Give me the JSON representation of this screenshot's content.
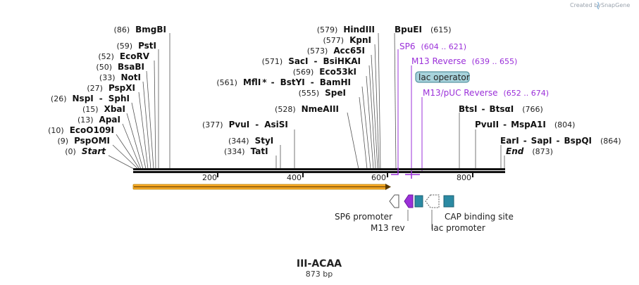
{
  "header": {
    "credit": "Created by",
    "brand": "SnapGene"
  },
  "map": {
    "name": "III-ACAA",
    "length_label": "873 bp",
    "ticks": [
      "200",
      "400",
      "600",
      "800"
    ]
  },
  "sites": [
    {
      "pos": "(86)",
      "name": "BmgBI"
    },
    {
      "pos": "(59)",
      "name": "PstI"
    },
    {
      "pos": "(52)",
      "name": "EcoRV"
    },
    {
      "pos": "(50)",
      "name": "BsaBI"
    },
    {
      "pos": "(33)",
      "name": "NotI"
    },
    {
      "pos": "(27)",
      "name": "PspXI"
    },
    {
      "pos": "(26)",
      "name": "NspI",
      "name2": "SphI"
    },
    {
      "pos": "(15)",
      "name": "XbaI"
    },
    {
      "pos": "(13)",
      "name": "ApaI"
    },
    {
      "pos": "(10)",
      "name": "EcoO109I"
    },
    {
      "pos": "(9)",
      "name": "PspOMI"
    },
    {
      "pos": "(0)",
      "name": "Start"
    },
    {
      "pos": "(377)",
      "name": "PvuI",
      "name2": "AsiSI"
    },
    {
      "pos": "(344)",
      "name": "StyI"
    },
    {
      "pos": "(334)",
      "name": "TatI"
    },
    {
      "pos": "(579)",
      "name": "HindIII"
    },
    {
      "pos": "(577)",
      "name": "KpnI"
    },
    {
      "pos": "(573)",
      "name": "Acc65I"
    },
    {
      "pos": "(571)",
      "name": "SacI",
      "name2": "BsiHKAI"
    },
    {
      "pos": "(569)",
      "name": "Eco53kI"
    },
    {
      "pos": "(561)",
      "name": "MflI",
      "star": "*",
      "name2": "BstYI",
      "name3": "BamHI"
    },
    {
      "pos": "(555)",
      "name": "SpeI"
    },
    {
      "pos": "(528)",
      "name": "NmeAIII"
    },
    {
      "pos": "(615)",
      "name": "BpuEI"
    },
    {
      "pos": "(766)",
      "name": "BtsI",
      "name2": "BtsαI"
    },
    {
      "pos": "(804)",
      "name": "PvuII",
      "name2": "MspA1I"
    },
    {
      "pos": "(864)",
      "name": "EarI",
      "name2": "SapI",
      "name3": "BspQI"
    },
    {
      "pos": "(873)",
      "name": "End"
    }
  ],
  "primers": [
    {
      "name": "SP6",
      "range": "(604 .. 621)"
    },
    {
      "name": "M13 Reverse",
      "range": "(639 .. 655)"
    },
    {
      "name": "M13/pUC Reverse",
      "range": "(652 .. 674)"
    }
  ],
  "features": {
    "lac_operator": "lac operator",
    "sp6_promoter": "SP6 promoter",
    "m13_rev": "M13 rev",
    "lac_promoter": "lac promoter",
    "cap_site": "CAP binding site"
  },
  "colors": {
    "primer": "#9b30d9",
    "orf_fill": "#f5a623",
    "orf_stroke": "#b8860b",
    "teal": "#2b8aa3",
    "lac_operator_bg": "#a8d3dc"
  }
}
